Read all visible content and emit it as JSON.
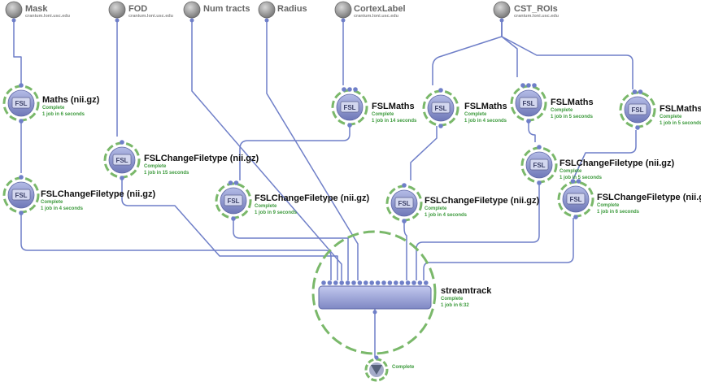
{
  "sources": [
    {
      "id": "mask",
      "title": "Mask",
      "subtitle": "cranium.loni.usc.edu"
    },
    {
      "id": "fod",
      "title": "FOD",
      "subtitle": "cranium.loni.usc.edu"
    },
    {
      "id": "numtracts",
      "title": "Num tracts",
      "subtitle": ""
    },
    {
      "id": "radius",
      "title": "Radius",
      "subtitle": ""
    },
    {
      "id": "cortex",
      "title": "CortexLabel",
      "subtitle": "cranium.loni.usc.edu"
    },
    {
      "id": "cst",
      "title": "CST_ROIs",
      "subtitle": "cranium.loni.usc.edu"
    }
  ],
  "modules": [
    {
      "id": "maths",
      "title": "Maths (nii.gz)",
      "status": "Complete",
      "jobs": "1 job in 6 seconds"
    },
    {
      "id": "fct_mask",
      "title": "FSLChangeFiletype (nii.gz)",
      "status": "Complete",
      "jobs": "1 job in 4 seconds"
    },
    {
      "id": "fct_fod",
      "title": "FSLChangeFiletype (nii.gz)",
      "status": "Complete",
      "jobs": "1 job in 15 seconds"
    },
    {
      "id": "fslmaths_cortex",
      "title": "FSLMaths",
      "status": "Complete",
      "jobs": "1 job in 14 seconds"
    },
    {
      "id": "fct_cortex",
      "title": "FSLChangeFiletype (nii.gz)",
      "status": "Complete",
      "jobs": "1 job in 9 seconds"
    },
    {
      "id": "fslmaths_1",
      "title": "FSLMaths",
      "status": "Complete",
      "jobs": "1 job in 4 seconds"
    },
    {
      "id": "fct_1",
      "title": "FSLChangeFiletype (nii.gz)",
      "status": "Complete",
      "jobs": "1 job in 4 seconds"
    },
    {
      "id": "fslmaths_2",
      "title": "FSLMaths",
      "status": "Complete",
      "jobs": "1 job in 5 seconds"
    },
    {
      "id": "fct_2",
      "title": "FSLChangeFiletype (nii.gz)",
      "status": "Complete",
      "jobs": "1 job in 5 seconds"
    },
    {
      "id": "fslmaths_3",
      "title": "FSLMaths",
      "status": "Complete",
      "jobs": "1 job in 5 seconds"
    },
    {
      "id": "fct_3",
      "title": "FSLChangeFiletype (nii.gz)",
      "status": "Complete",
      "jobs": "1 job in 6 seconds"
    }
  ],
  "icon_text": "FSL",
  "streamtrack": {
    "title": "streamtrack",
    "status": "Complete",
    "jobs": "1 job in 6:32"
  },
  "sink": {
    "status": "Complete"
  },
  "colors": {
    "wire": "#6f7fc8",
    "ring": "#7ab86a",
    "node_fill": "#8e96c8",
    "source": "#8a8a8a",
    "status": "#3c9a3c"
  }
}
